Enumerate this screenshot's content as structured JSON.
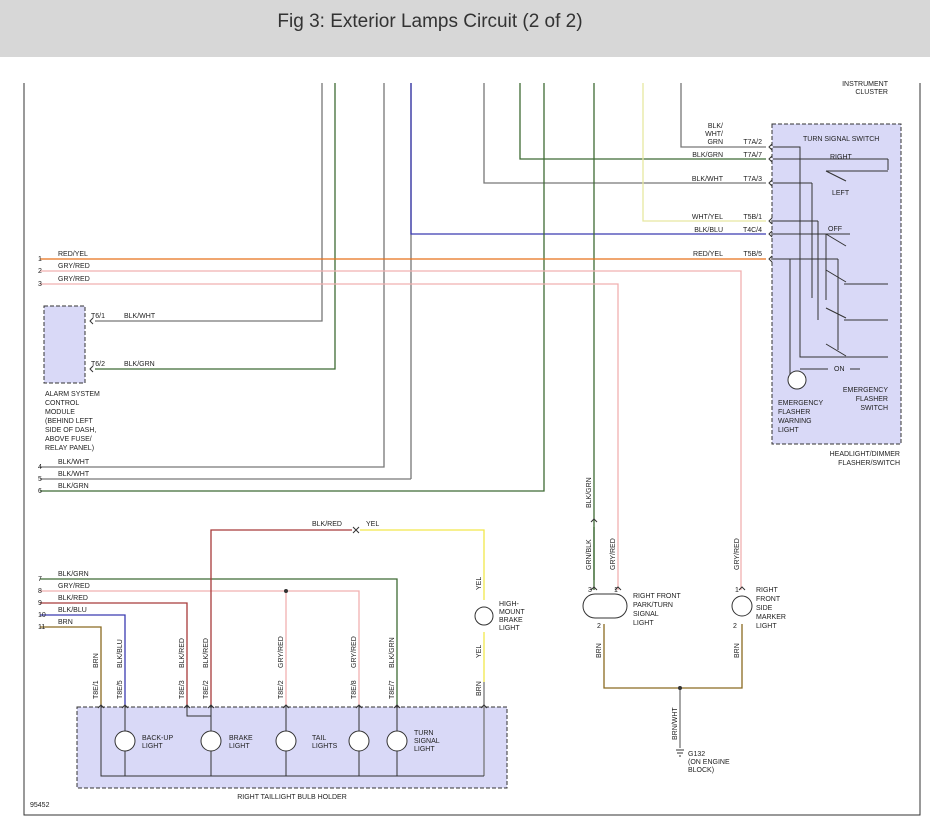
{
  "header": {
    "title": "Fig 3: Exterior Lamps Circuit (2 of 2)"
  },
  "figure_number": "95452",
  "colors": {
    "orange": "#e8701a",
    "pink": "#f0b0b0",
    "gray": "#777777",
    "green": "#3e6b34",
    "blue": "#3a3ab0",
    "yellow": "#f2e84a",
    "red": "#a83a3a",
    "yellow_light": "#e6e8a0",
    "brown": "#8a6a20"
  },
  "components": {
    "instrument_cluster": "INSTRUMENT\nCLUSTER",
    "turn_signal_switch": "TURN SIGNAL SWITCH",
    "right": "RIGHT",
    "left": "LEFT",
    "off": "OFF",
    "on": "ON",
    "emergency_flasher_switch": "EMERGENCY\nFLASHER\nSWITCH",
    "emergency_flasher_warning_light": "EMERGENCY\nFLASHER\nWARNING\nLIGHT",
    "headlight_dimmer_flasher_switch": "HEADLIGHT/DIMMER\nFLASHER/SWITCH",
    "alarm_module": "ALARM SYSTEM\nCONTROL\nMODULE\n(BEHIND LEFT\nSIDE OF DASH,\nABOVE FUSE/\nRELAY PANEL)",
    "high_mount_brake_light": "HIGH-\nMOUNT\nBRAKE\nLIGHT",
    "right_front_park_turn": "RIGHT FRONT\nPARK/TURN\nSIGNAL\nLIGHT",
    "right_front_side_marker": "RIGHT\nFRONT\nSIDE\nMARKER\nLIGHT",
    "ground": "G132\n(ON ENGINE\nBLOCK)",
    "back_up_light": "BACK-UP\nLIGHT",
    "brake_light": "BRAKE\nLIGHT",
    "tail_lights": "TAIL\nLIGHTS",
    "turn_signal_light": "TURN\nSIGNAL\nLIGHT",
    "taillight_holder": "RIGHT TAILLIGHT BULB HOLDER"
  },
  "switch_connectors": [
    {
      "wire": "BLK/\nWHT/\nGRN",
      "pin": "T7A/2"
    },
    {
      "wire": "BLK/GRN",
      "pin": "T7A/7"
    },
    {
      "wire": "BLK/WHT",
      "pin": "T7A/3"
    },
    {
      "wire": "WHT/YEL",
      "pin": "T5B/1"
    },
    {
      "wire": "BLK/BLU",
      "pin": "T4C/4"
    },
    {
      "wire": "RED/YEL",
      "pin": "T5B/5"
    }
  ],
  "left_wires": [
    {
      "num": "1",
      "label": "RED/YEL"
    },
    {
      "num": "2",
      "label": "GRY/RED"
    },
    {
      "num": "3",
      "label": "GRY/RED"
    },
    {
      "num": "4",
      "label": "BLK/WHT"
    },
    {
      "num": "5",
      "label": "BLK/WHT"
    },
    {
      "num": "6",
      "label": "BLK/GRN"
    },
    {
      "num": "7",
      "label": "BLK/GRN"
    },
    {
      "num": "8",
      "label": "GRY/RED"
    },
    {
      "num": "9",
      "label": "BLK/RED"
    },
    {
      "num": "10",
      "label": "BLK/BLU"
    },
    {
      "num": "11",
      "label": "BRN"
    }
  ],
  "alarm_pins": [
    {
      "pin": "T6/1",
      "wire": "BLK/WHT"
    },
    {
      "pin": "T6/2",
      "wire": "BLK/GRN"
    }
  ],
  "highmount_wires": {
    "blk_red": "BLK/RED",
    "yel": "YEL",
    "yel_v": "YEL",
    "yel_v2": "YEL",
    "brn": "BRN"
  },
  "front_wires": {
    "blk_grn": "BLK/GRN",
    "grn_blk": "GRN/BLK",
    "gry_red_a": "GRY/RED",
    "gry_red_b": "GRY/RED",
    "brn_a": "BRN",
    "brn_b": "BRN",
    "brn_wht": "BRN/WHT",
    "pin3": "3",
    "pin1a": "1",
    "pin2a": "2",
    "pin1b": "1",
    "pin2b": "2"
  },
  "taillight_columns": [
    {
      "wire": "BRN",
      "pin": "T8E/1"
    },
    {
      "wire": "BLK/BLU",
      "pin": "T8E/5"
    },
    {
      "wire": "BLK/RED",
      "pin": "T8E/3"
    },
    {
      "wire": "BLK/RED",
      "pin": "T8E/2"
    },
    {
      "wire": "GRY/RED",
      "pin": "T8E/2"
    },
    {
      "wire": "GRY/RED",
      "pin": "T8E/8"
    },
    {
      "wire": "BLK/GRN",
      "pin": "T8E/7"
    }
  ]
}
